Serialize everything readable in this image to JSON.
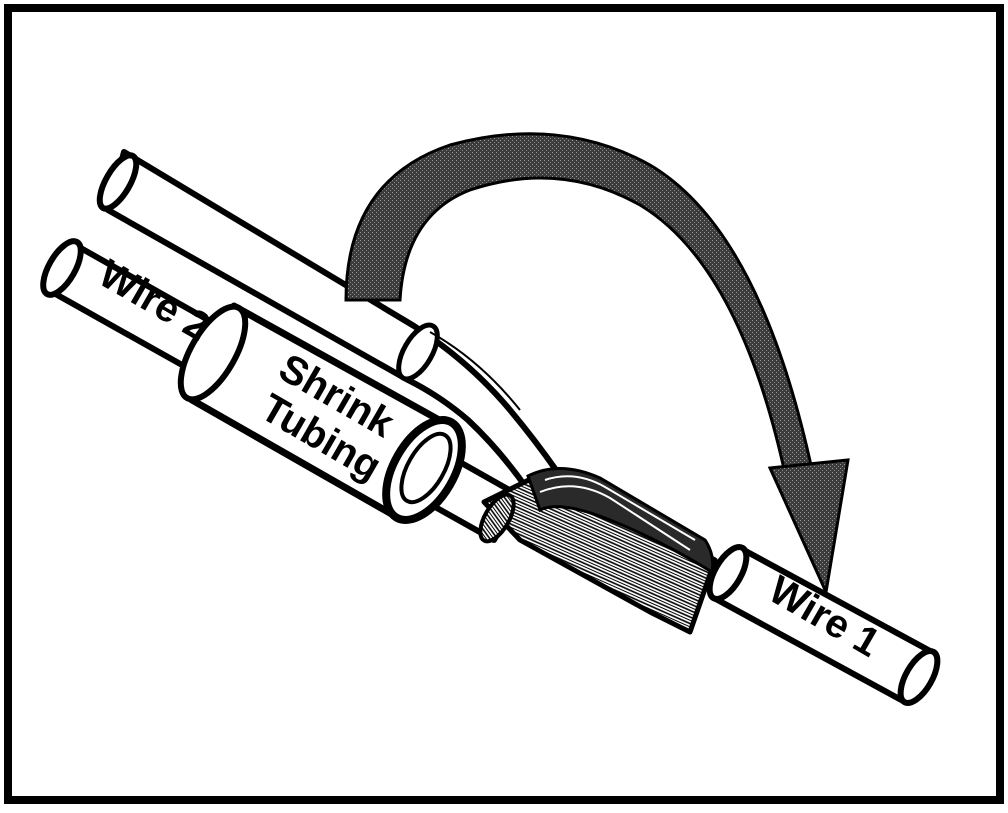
{
  "labels": {
    "wire2": "Wire 2",
    "shrink_line1": "Shrink",
    "shrink_line2": "Tubing",
    "wire1": "Wire 1"
  },
  "colors": {
    "ink": "#000000",
    "paper": "#ffffff",
    "arrow": "#4a4a4a",
    "strands": "#7a7a7a"
  },
  "icons": {
    "arrow": "curved-arrow-icon"
  }
}
